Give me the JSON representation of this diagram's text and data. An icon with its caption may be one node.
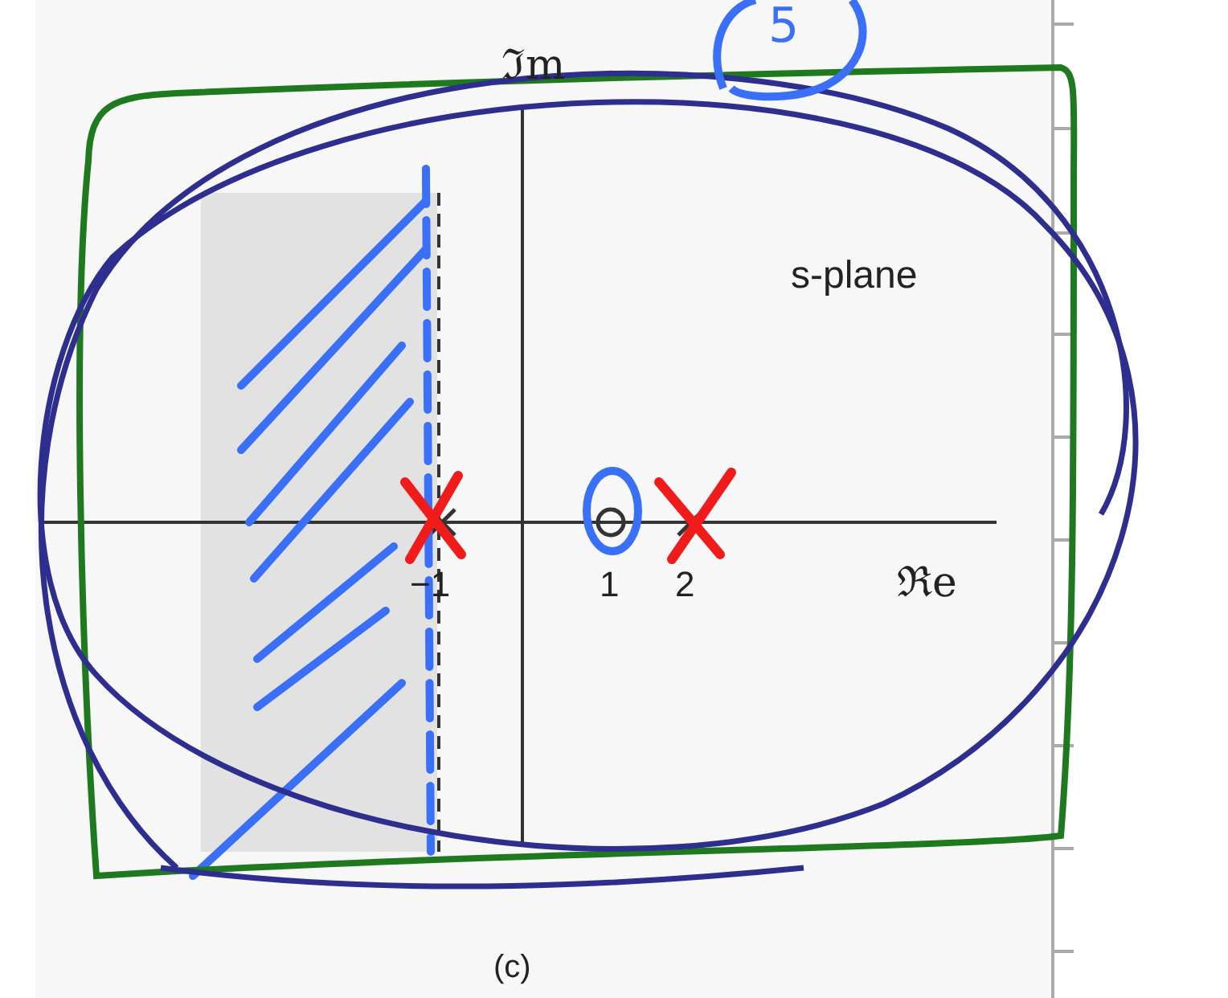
{
  "diagram": {
    "labels": [
      "ℑm",
      "s-plane",
      "−1",
      "1",
      "2",
      "ℜe",
      "(c)",
      "5"
    ]
  }
}
